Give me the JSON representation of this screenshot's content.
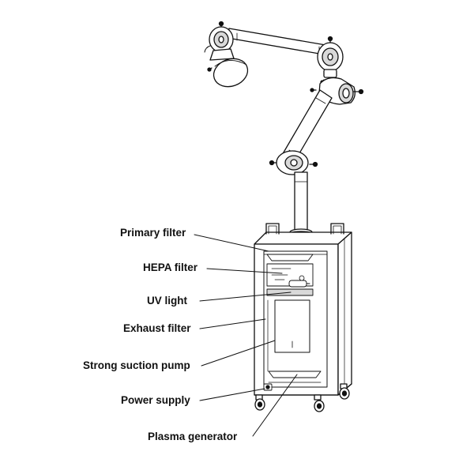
{
  "labels": {
    "primary_filter": "Primary filter",
    "hepa_filter": "HEPA filter",
    "uv_light": "UV light",
    "exhaust_filter": "Exhaust filter",
    "strong_suction_pump": "Strong suction pump",
    "power_supply": "Power supply",
    "plasma_generator": "Plasma generator"
  },
  "colors": {
    "line": "#111111",
    "shade": "#d9d9d9",
    "background": "#ffffff"
  }
}
